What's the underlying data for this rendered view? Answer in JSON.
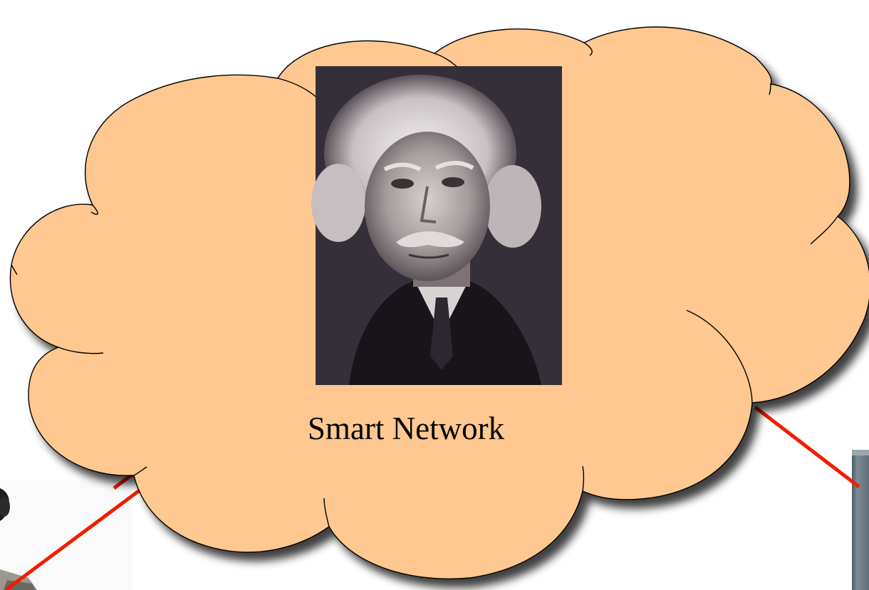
{
  "diagram": {
    "cloud_label": "Smart Network",
    "cloud_fill": "#fec890",
    "cloud_stroke": "#000000",
    "link_color": "#f21c00",
    "portrait": {
      "subject": "portrait-photo",
      "background": "#352f39"
    },
    "left_device": {
      "subject": "phone-device-photo"
    },
    "right_device": {
      "subject": "screen-device-photo",
      "color": "#5f6d76"
    }
  }
}
